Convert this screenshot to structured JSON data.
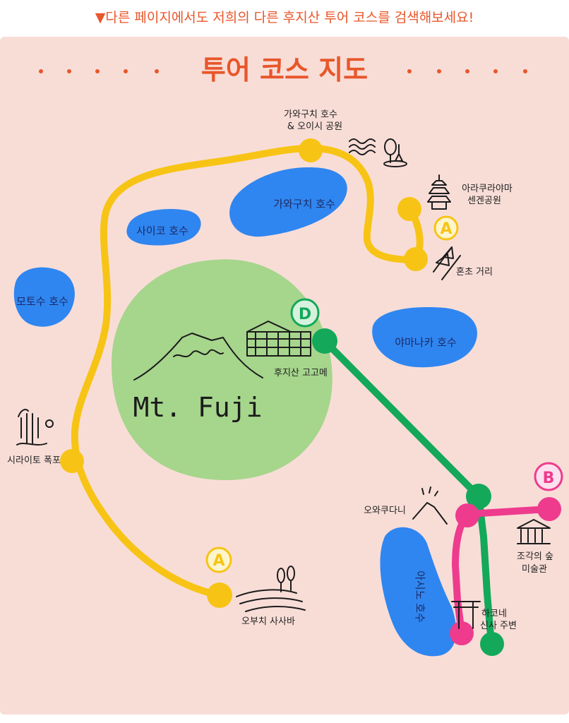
{
  "notice": "▼다른 페이지에서도 저희의 다른 후지산 투어 코스를 검색해보세요!",
  "title": "투어 코스 지도",
  "colors": {
    "background": "#f8ddd7",
    "title": "#e8562a",
    "lake": "#2f86f0",
    "mountain_area": "#a6d58c",
    "route_yellow": "#f7c416",
    "route_green": "#13a85a",
    "route_pink": "#ee3b8d"
  },
  "mountain": {
    "label": "Mt. Fuji"
  },
  "lakes": [
    {
      "id": "kawaguchi",
      "label": "가와구치 호수"
    },
    {
      "id": "saiko",
      "label": "사이코 호수"
    },
    {
      "id": "motosu",
      "label": "모토수 호수"
    },
    {
      "id": "yamanaka",
      "label": "야마나카 호수"
    },
    {
      "id": "ashi",
      "label": "아시노 호수"
    }
  ],
  "places": [
    {
      "id": "kawaguchi-oishi",
      "label_line1": "가와구치 호수",
      "label_line2": "& 오이시 공원",
      "icon": "lake-park-icon"
    },
    {
      "id": "arakurayama",
      "label_line1": "아라쿠라야마",
      "label_line2": "센겐공원",
      "icon": "pagoda-icon"
    },
    {
      "id": "honcho",
      "label_line1": "혼초 거리",
      "icon": "street-icon"
    },
    {
      "id": "fuji-gogome",
      "label_line1": "후지산 고고메",
      "icon": "lodge-icon"
    },
    {
      "id": "shiraito",
      "label_line1": "시라이토 폭포",
      "icon": "waterfall-icon"
    },
    {
      "id": "obuchi",
      "label_line1": "오부치 사사바",
      "icon": "field-icon"
    },
    {
      "id": "owakudani",
      "label_line1": "오와쿠다니",
      "icon": "volcano-icon"
    },
    {
      "id": "sculpture",
      "label_line1": "조각의 숲",
      "label_line2": "미술관",
      "icon": "museum-icon"
    },
    {
      "id": "hakone-shrine",
      "label_line1": "하코네",
      "label_line2": "신사 주변",
      "icon": "torii-icon"
    }
  ],
  "routes": [
    {
      "id": "A",
      "color": "#f7c416"
    },
    {
      "id": "B",
      "color": "#ee3b8d"
    },
    {
      "id": "D",
      "color": "#13a85a"
    }
  ],
  "markers": {
    "a_top": "A",
    "a_bottom": "A",
    "b": "B",
    "d": "D"
  }
}
